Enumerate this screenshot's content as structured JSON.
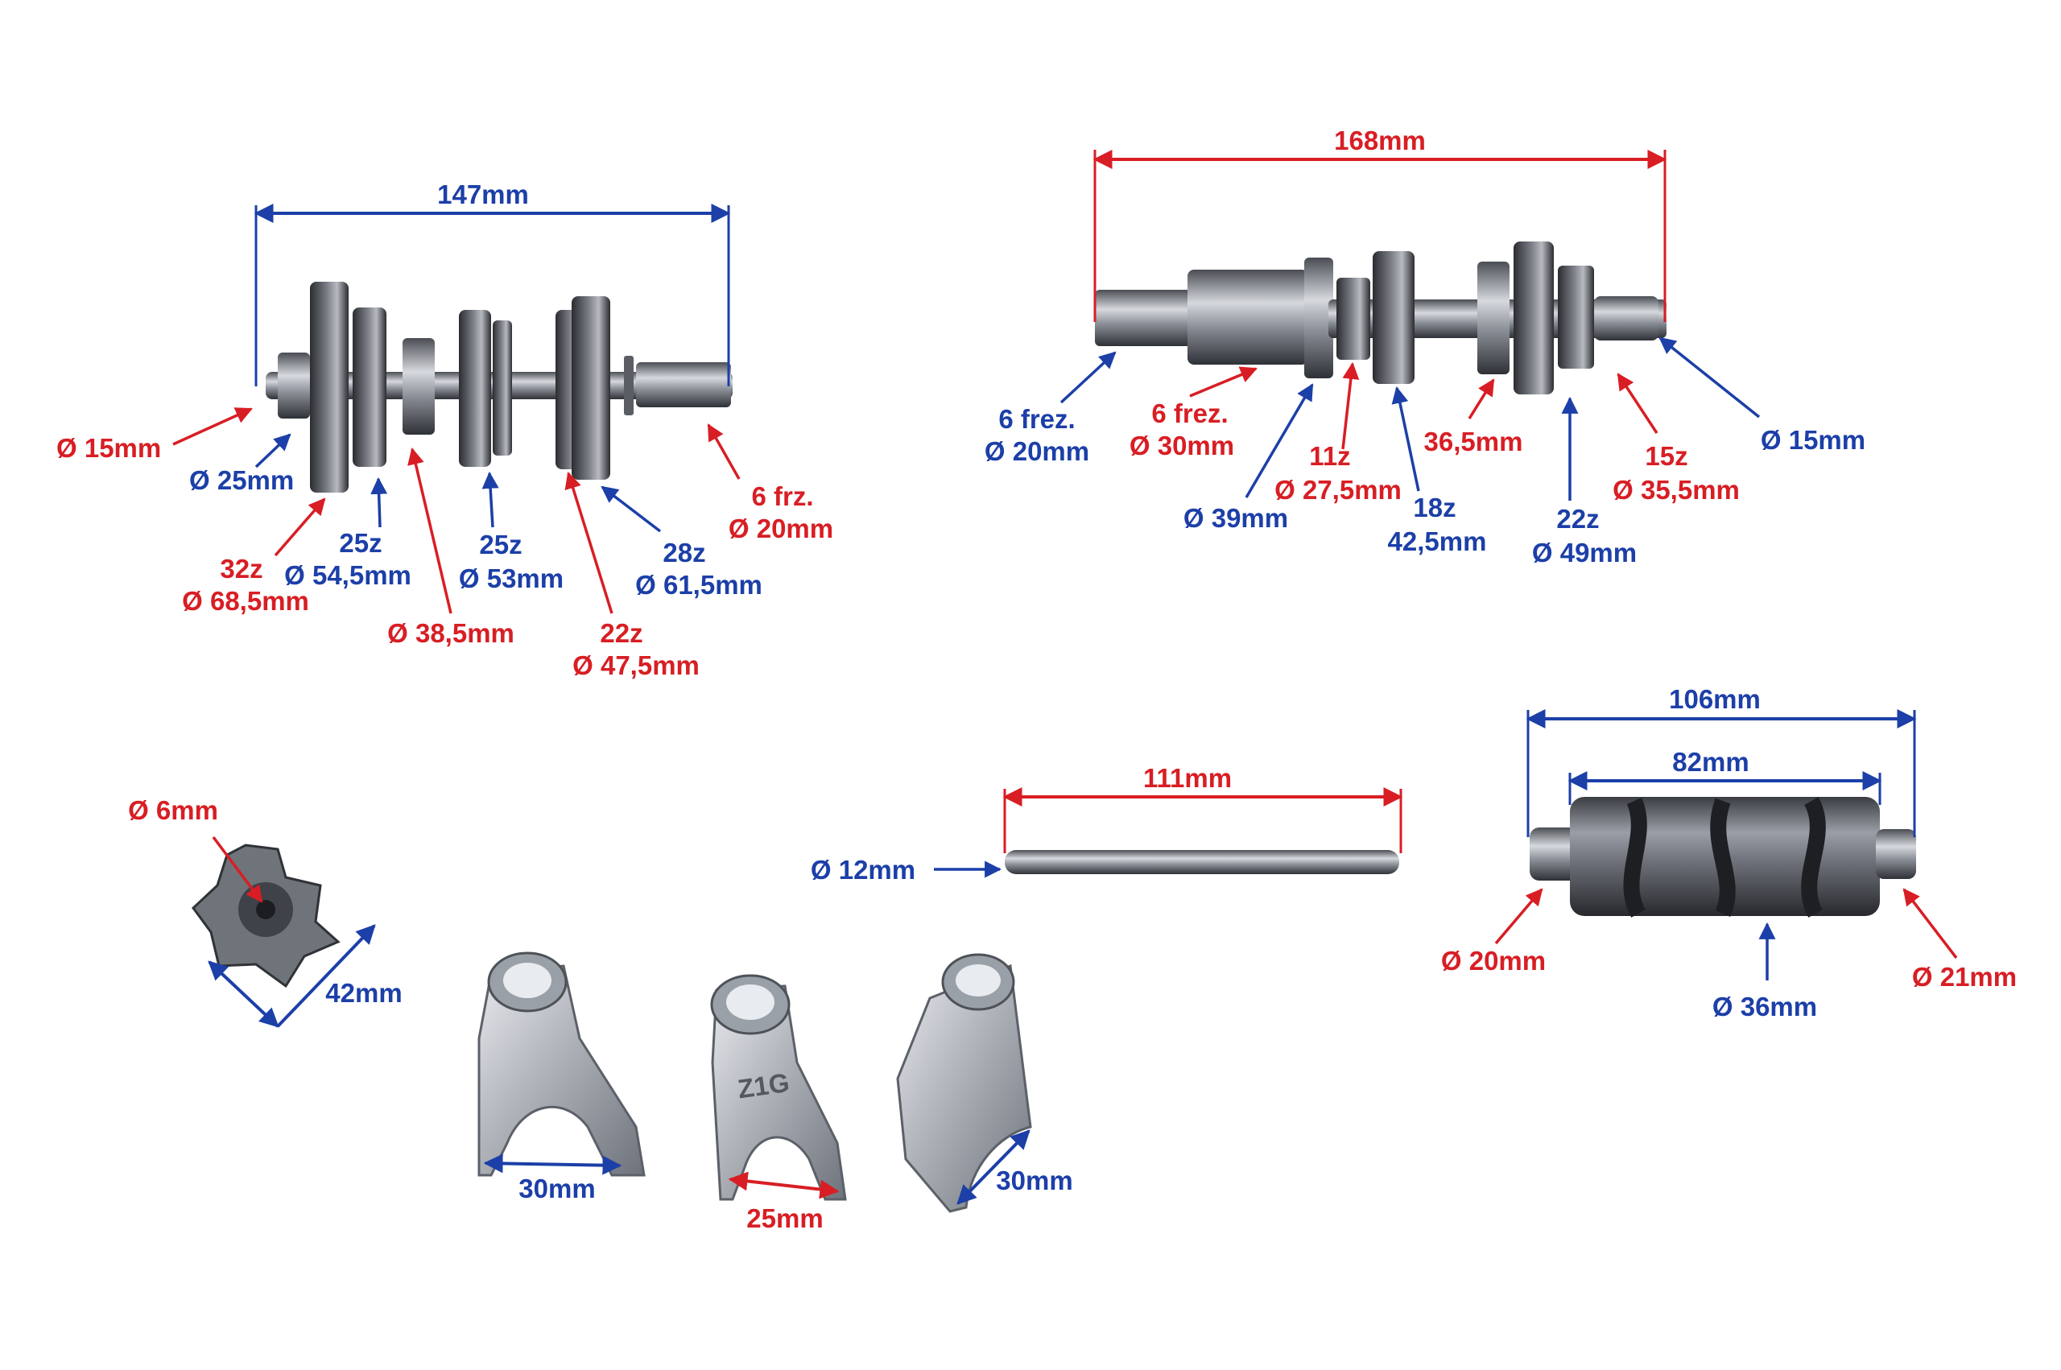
{
  "colors": {
    "red": "#d81e24",
    "blue": "#1c3fa8",
    "steel_dark": "#3c3f45",
    "steel_mid": "#8c9098",
    "steel_light": "#d6d9de"
  },
  "countershaft": {
    "length": "147mm",
    "left_end_dia": "Ø 15mm",
    "collar_dia": "Ø 25mm",
    "gear_32z_teeth": "32z",
    "gear_32z_dia": "Ø 68,5mm",
    "gear_25z_a_teeth": "25z",
    "gear_25z_a_dia": "Ø 54,5mm",
    "bushing_dia": "Ø 38,5mm",
    "gear_25z_b_teeth": "25z",
    "gear_25z_b_dia": "Ø 53mm",
    "gear_22z_teeth": "22z",
    "gear_22z_dia": "Ø 47,5mm",
    "gear_28z_teeth": "28z",
    "gear_28z_dia": "Ø 61,5mm",
    "spline_label": "6 frz.",
    "spline_dia": "Ø 20mm"
  },
  "mainshaft": {
    "length": "168mm",
    "spline_a_label": "6 frez.",
    "spline_a_dia": "Ø 20mm",
    "spline_b_label": "6 frez.",
    "spline_b_dia": "Ø 30mm",
    "collar_dia": "Ø 39mm",
    "gear_11z_teeth": "11z",
    "gear_11z_dia": "Ø 27,5mm",
    "gear_18z_teeth": "18z",
    "gear_18z_dia": "42,5mm",
    "gear_36_dia": "36,5mm",
    "gear_22z_teeth": "22z",
    "gear_22z_dia": "Ø 49mm",
    "gear_15z_teeth": "15z",
    "gear_15z_dia": "Ø 35,5mm",
    "right_end_dia": "Ø 15mm"
  },
  "star": {
    "hole_dia": "Ø 6mm",
    "width": "42mm"
  },
  "rod": {
    "length": "111mm",
    "dia": "Ø 12mm"
  },
  "drum": {
    "length_total": "106mm",
    "length_body": "82mm",
    "left_dia": "Ø 20mm",
    "body_dia": "Ø 36mm",
    "right_dia": "Ø 21mm"
  },
  "forks": {
    "fork1_width": "30mm",
    "fork2_width": "25mm",
    "fork2_stamp": "Z1G",
    "fork3_width": "30mm"
  }
}
